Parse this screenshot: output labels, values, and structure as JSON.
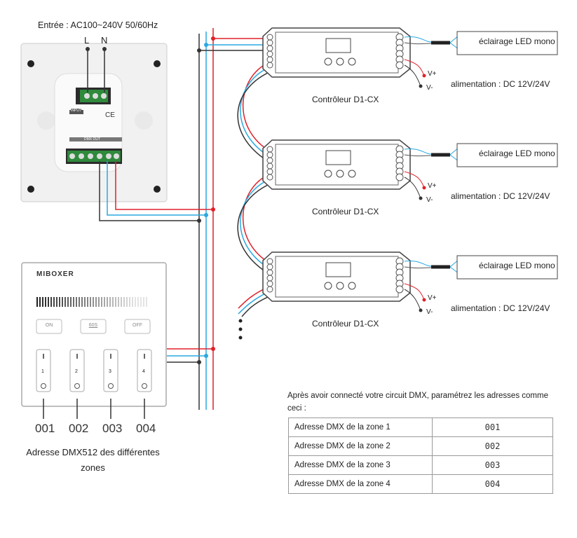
{
  "input_label": "Entrée : AC100~240V 50/60Hz",
  "terminal_L": "L",
  "terminal_N": "N",
  "master_panel": {
    "input_tag": "INPUT",
    "output_tag": "DMX OUT"
  },
  "remote": {
    "brand": "MIBOXER",
    "buttons": [
      "ON",
      "60S",
      "OFF"
    ],
    "zones": [
      "1",
      "2",
      "3",
      "4"
    ]
  },
  "zone_addresses": [
    "001",
    "002",
    "003",
    "004"
  ],
  "zone_caption_line1": "Adresse DMX512 des différentes",
  "zone_caption_line2": "zones",
  "controllers": [
    {
      "label": "Contrôleur D1-CX",
      "led": "éclairage LED mono",
      "power": "alimentation : DC 12V/24V",
      "vplus": "V+",
      "vminus": "V-"
    },
    {
      "label": "Contrôleur D1-CX",
      "led": "éclairage LED mono",
      "power": "alimentation : DC 12V/24V",
      "vplus": "V+",
      "vminus": "V-"
    },
    {
      "label": "Contrôleur D1-CX",
      "led": "éclairage LED mono",
      "power": "alimentation : DC 12V/24V",
      "vplus": "V+",
      "vminus": "V-"
    }
  ],
  "instructions": "Après avoir connecté votre circuit DMX, paramétrez les adresses comme ceci :",
  "table": [
    {
      "zone": "Adresse DMX de la zone 1",
      "address": "001"
    },
    {
      "zone": "Adresse DMX de la zone 2",
      "address": "002"
    },
    {
      "zone": "Adresse DMX de la zone 3",
      "address": "003"
    },
    {
      "zone": "Adresse DMX de la zone 4",
      "address": "004"
    }
  ],
  "colors": {
    "red_wire": "#e0202a",
    "blue_wire": "#2aa8e0",
    "black_wire": "#333333",
    "terminal_green": "#2f8a3c"
  }
}
